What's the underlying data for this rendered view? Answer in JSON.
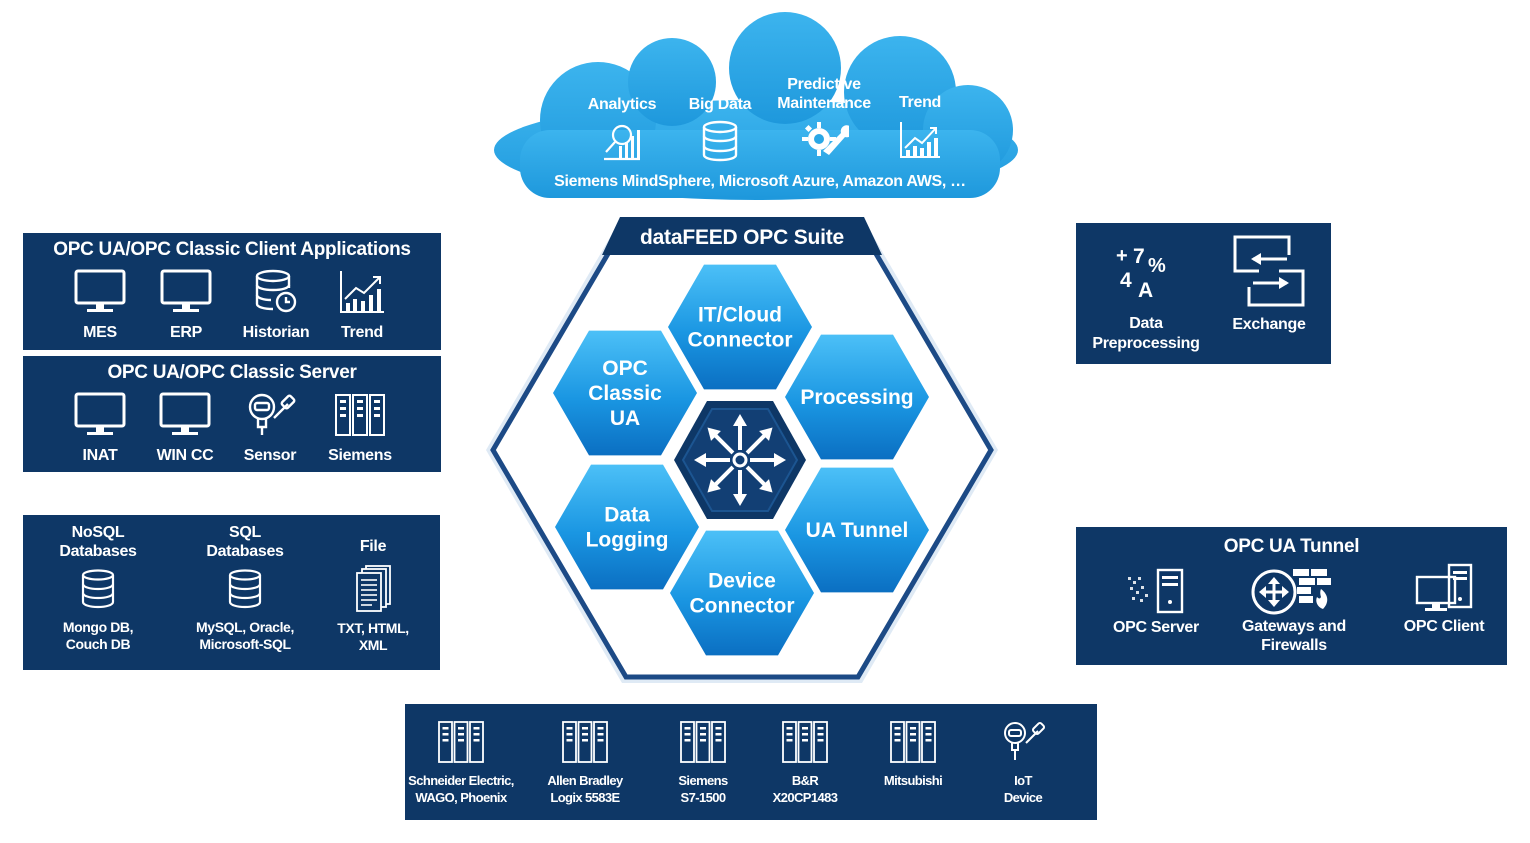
{
  "cloud": {
    "items": [
      {
        "label": "Analytics",
        "icon": "analytics-icon"
      },
      {
        "label": "Big Data",
        "icon": "database-icon"
      },
      {
        "label_line1": "Predictive",
        "label_line2": "Maintenance",
        "icon": "gear-wrench-icon"
      },
      {
        "label": "Trend",
        "icon": "trend-chart-icon"
      }
    ],
    "platforms": "Siemens MindSphere, Microsoft Azure, Amazon AWS, …"
  },
  "suite": {
    "title": "dataFEED OPC Suite",
    "modules": {
      "it_cloud": [
        "IT/Cloud",
        "Connector"
      ],
      "opc": [
        "OPC",
        "Classic",
        "UA"
      ],
      "processing": [
        "Processing"
      ],
      "data_logging": [
        "Data",
        "Logging"
      ],
      "ua_tunnel": [
        "UA Tunnel"
      ],
      "device_connector": [
        "Device",
        "Connector"
      ]
    }
  },
  "client_apps": {
    "title": "OPC UA/OPC Classic Client Applications",
    "items": [
      {
        "label": "MES",
        "icon": "monitor-icon"
      },
      {
        "label": "ERP",
        "icon": "monitor-icon"
      },
      {
        "label": "Historian",
        "icon": "database-history-icon"
      },
      {
        "label": "Trend",
        "icon": "trend-chart-icon"
      }
    ]
  },
  "servers": {
    "title": "OPC UA/OPC Classic Server",
    "items": [
      {
        "label": "INAT",
        "icon": "monitor-icon"
      },
      {
        "label": "WIN CC",
        "icon": "monitor-icon"
      },
      {
        "label": "Sensor",
        "icon": "sensor-icon"
      },
      {
        "label": "Siemens",
        "icon": "server-rack-icon"
      }
    ]
  },
  "databases": {
    "nosql": {
      "title_line1": "NoSQL",
      "title_line2": "Databases",
      "sub_line1": "Mongo DB,",
      "sub_line2": "Couch DB"
    },
    "sql": {
      "title_line1": "SQL",
      "title_line2": "Databases",
      "sub_line1": "MySQL, Oracle,",
      "sub_line2": "Microsoft-SQL"
    },
    "file": {
      "title": "File",
      "sub_line1": "TXT, HTML,",
      "sub_line2": "XML"
    }
  },
  "preprocessing": {
    "symbols": [
      "+",
      "7",
      "%",
      "4",
      "A"
    ],
    "data_label_line1": "Data",
    "data_label_line2": "Preprocessing",
    "exchange_label": "Exchange"
  },
  "tunnel": {
    "title": "OPC UA Tunnel",
    "items": [
      {
        "label": "OPC Server",
        "icon": "server-icon"
      },
      {
        "label_line1": "Gateways and",
        "label_line2": "Firewalls",
        "icon": "firewall-icon"
      },
      {
        "label": "OPC Client",
        "icon": "client-icon"
      }
    ]
  },
  "devices": {
    "items": [
      {
        "line1": "Schneider Electric,",
        "line2": "WAGO, Phoenix"
      },
      {
        "line1": "Allen Bradley",
        "line2": "Logix 5583E"
      },
      {
        "line1": "Siemens",
        "line2": "S7-1500"
      },
      {
        "line1": "B&R",
        "line2": "X20CP1483"
      },
      {
        "line1": "Mitsubishi",
        "line2": ""
      },
      {
        "line1": "IoT",
        "line2": "Device"
      }
    ]
  },
  "colors": {
    "navy": "#0e3766",
    "cloud": "#29a7e6",
    "hex_light": "#2ea8ec",
    "hex_dark": "#0b74c8",
    "frame": "#1c4a86"
  }
}
